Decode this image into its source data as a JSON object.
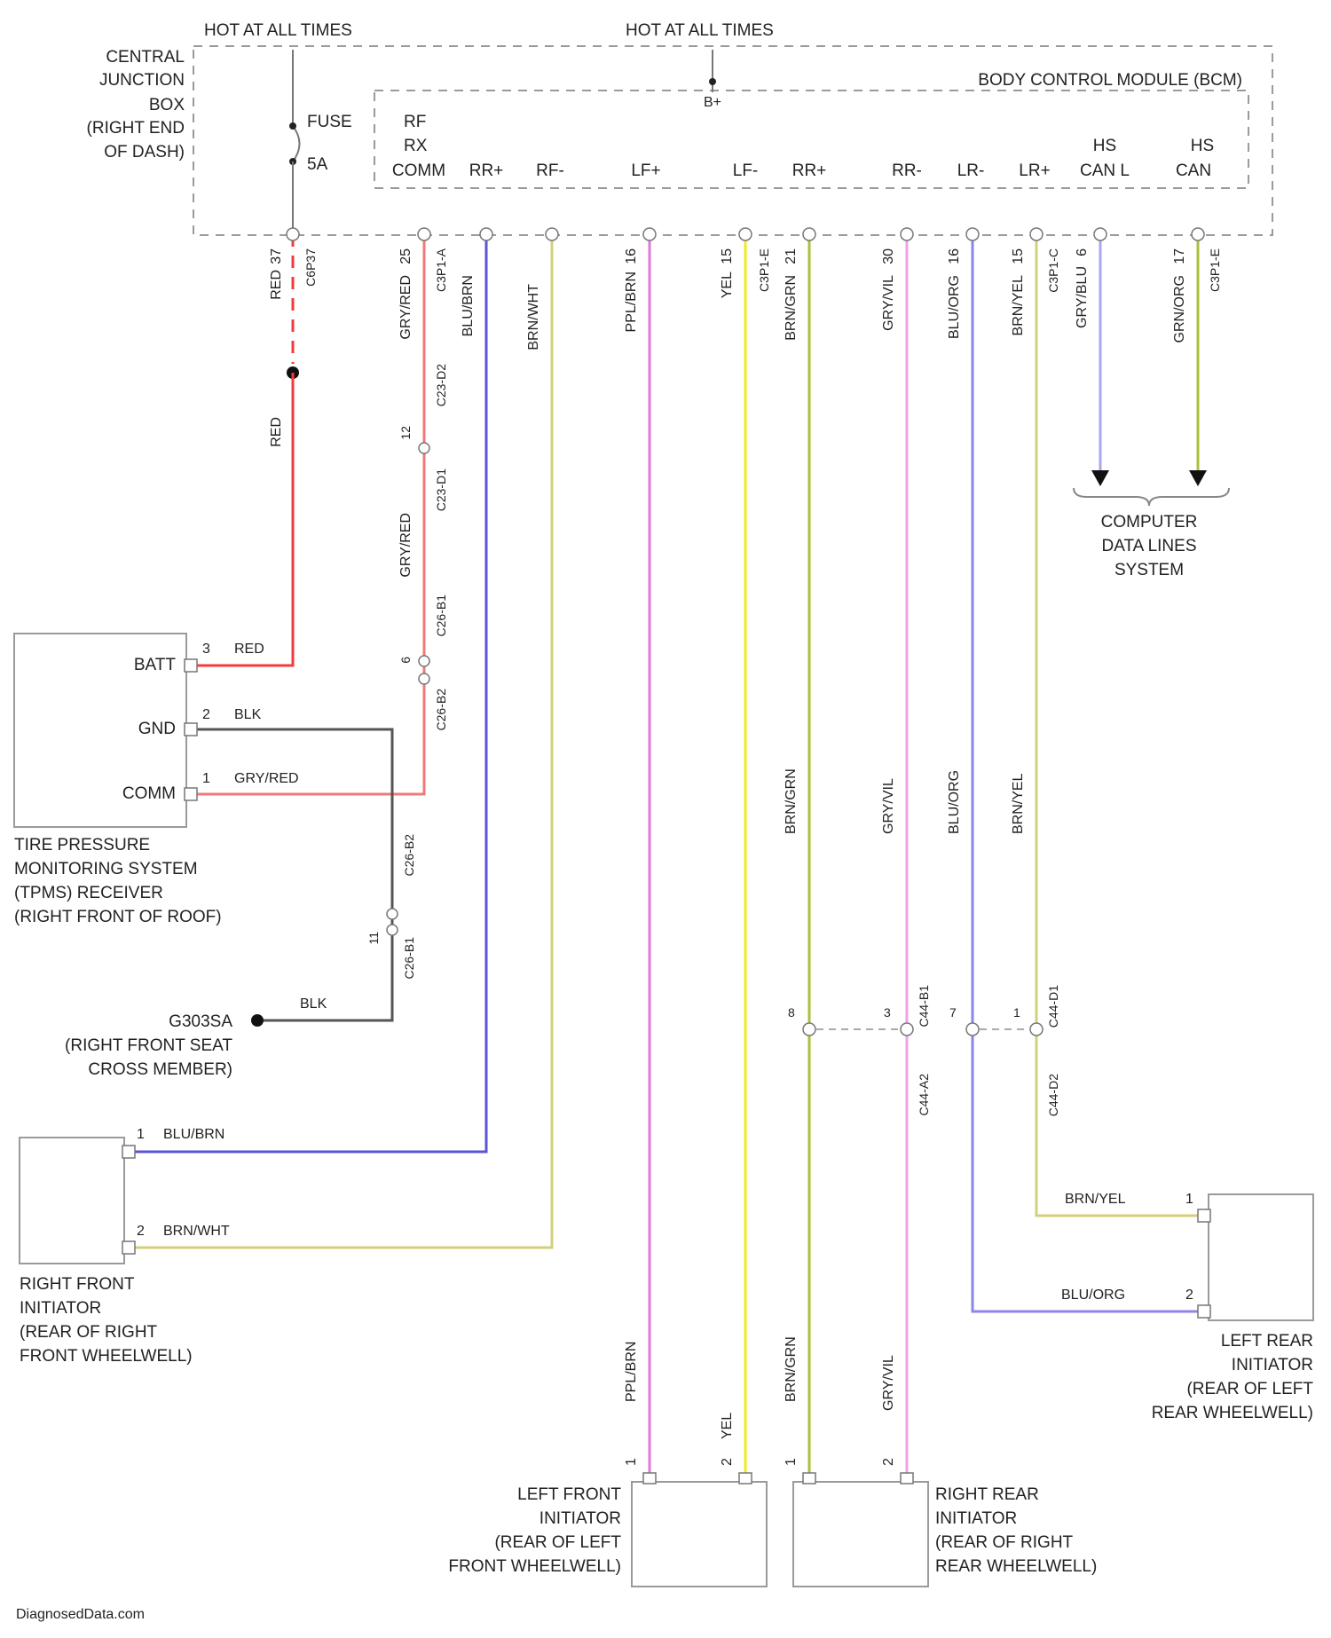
{
  "colors": {
    "red": "#f23c3c",
    "pink": "#f07a7a",
    "blue": "#5a55d8",
    "tan": "#d4cf7a",
    "violet": "#e07ad8",
    "yellow": "#f2ea1a",
    "green": "#a9c23a",
    "lightviolet": "#f0a0ea",
    "lavender": "#8c86e8",
    "black": "#555555"
  },
  "top": {
    "hot_left": "HOT AT ALL TIMES",
    "hot_right": "HOT AT ALL TIMES",
    "cjb_lines": [
      "CENTRAL",
      "JUNCTION",
      "BOX",
      "(RIGHT END",
      "OF DASH)"
    ],
    "fuse_label": "FUSE",
    "fuse_amp": "5A",
    "bcm_label": "BODY CONTROL MODULE (BCM)",
    "rf_rx": [
      "RF",
      "RX"
    ],
    "bcm_splice": "B+",
    "pins": [
      "COMM",
      "RR+",
      "RF-",
      "LF+",
      "LF-",
      "RR+",
      "RR-",
      "LR-",
      "LR+",
      "HS CAN L",
      "HS CAN"
    ],
    "hs_top": [
      "HS",
      "HS"
    ],
    "hs_bottom": [
      "CAN L",
      "CAN"
    ]
  },
  "wire_labels": {
    "w1": "RED",
    "w1_pin": "37",
    "w1_conn": "C6P37",
    "w2": "GRY/RED",
    "w2_pin": "25",
    "w2_conn": "C3P1-A",
    "w3": "BLU/BRN",
    "w4": "BRN/WHT",
    "w5": "PPL/BRN",
    "w5_pin": "16",
    "w6": "YEL",
    "w6_pin": "15",
    "w6_conn": "C3P1-E",
    "w7": "BRN/GRN",
    "w7_pin": "21",
    "w8": "GRY/VIL",
    "w8_pin": "30",
    "w9": "BLU/ORG",
    "w9_pin": "16",
    "w10": "BRN/YEL",
    "w10_pin": "15",
    "w10_conn": "C3P1-C",
    "w11": "GRY/BLU",
    "w11_pin": "6",
    "w12": "GRN/ORG",
    "w12_pin": "17",
    "w12_conn": "C3P1-E",
    "red_mid": "RED",
    "c1": "C23-D2",
    "c1_pin": "12",
    "c2": "C23-D1",
    "c3": "C26-B1",
    "c3_pin": "6",
    "c4": "C26-B2",
    "c5": "C26-B2",
    "c6": "C26-B1",
    "c6_pin": "11",
    "c7": "C44-B1",
    "c8": "C44-A2",
    "c9": "C44-D1",
    "c10": "C44-D2",
    "pins_row": [
      "8",
      "3",
      "7",
      "1"
    ]
  },
  "computer": {
    "lines": [
      "COMPUTER",
      "DATA LINES",
      "SYSTEM"
    ]
  },
  "tpms": {
    "pins": [
      "BATT",
      "GND",
      "COMM"
    ],
    "pin_numbers": [
      "3",
      "2",
      "1"
    ],
    "wires": [
      "RED",
      "BLK",
      "GRY/RED"
    ],
    "lines": [
      "TIRE PRESSURE",
      "MONITORING SYSTEM",
      "(TPMS) RECEIVER",
      "(RIGHT FRONT OF ROOF)"
    ]
  },
  "ground": {
    "wire": "BLK",
    "lines": [
      "G303SA",
      "(RIGHT FRONT SEAT",
      "CROSS MEMBER)"
    ]
  },
  "rf_init": {
    "pin_numbers": [
      "1",
      "2"
    ],
    "wires": [
      "BLU/BRN",
      "BRN/WHT"
    ],
    "lines": [
      "RIGHT FRONT",
      "INITIATOR",
      "(REAR OF RIGHT",
      "FRONT WHEELWELL)"
    ]
  },
  "lf_init": {
    "wires": [
      "PPL/BRN",
      "YEL"
    ],
    "pin_numbers": [
      "1",
      "2"
    ],
    "lines": [
      "LEFT FRONT",
      "INITIATOR",
      "(REAR OF LEFT",
      "FRONT WHEELWELL)"
    ]
  },
  "rr_init": {
    "wires": [
      "BRN/GRN",
      "GRY/VIL"
    ],
    "pin_numbers": [
      "1",
      "2"
    ],
    "lines": [
      "RIGHT REAR",
      "INITIATOR",
      "(REAR OF RIGHT",
      "REAR WHEELWELL)"
    ]
  },
  "lr_init": {
    "wires": [
      "BRN/YEL",
      "BLU/ORG"
    ],
    "pin_numbers": [
      "1",
      "2"
    ],
    "lines": [
      "LEFT REAR",
      "INITIATOR",
      "(REAR OF LEFT",
      "REAR WHEELWELL)"
    ]
  },
  "watermark": "DiagnosedData.com"
}
